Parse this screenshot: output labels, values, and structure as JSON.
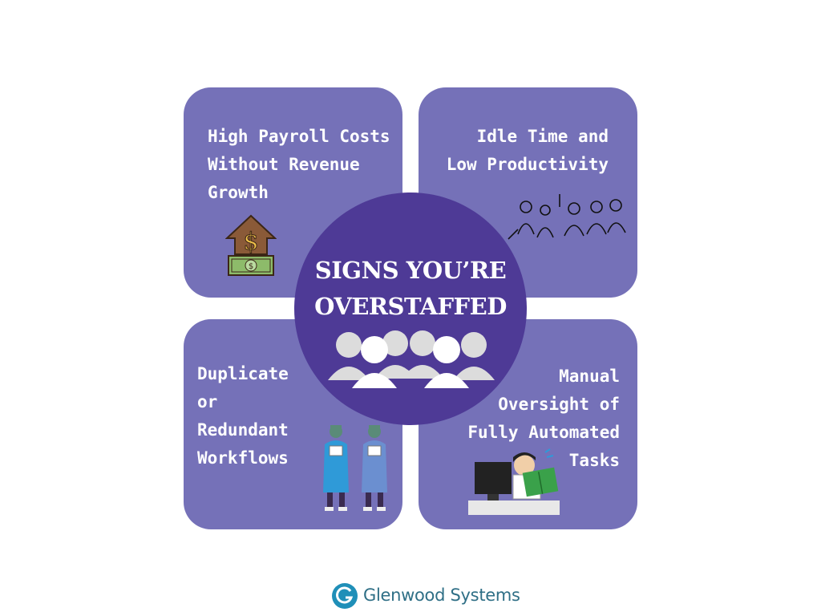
{
  "center": {
    "line1": "SIGNS YOU’RE",
    "line2": "OVERSTAFFED"
  },
  "cards": {
    "top_left": "High Payroll Costs\nWithout Revenue\nGrowth",
    "top_right": "Idle Time and\nLow Productivity",
    "bottom_left": "Duplicate\nor\nRedundant\nWorkflows",
    "bottom_right": "Manual\nOversight of\nFully Automated\nTasks"
  },
  "brand": {
    "name": "Glenwood Systems"
  },
  "icons": {
    "top_left": "house-dollar-icon",
    "top_right": "idle-people-sketch-icon",
    "bottom_left": "medical-workers-icon",
    "bottom_right": "man-at-computer-icon",
    "center": "people-group-icon"
  },
  "colors": {
    "card": "#7571b8",
    "circle": "#4e3a96",
    "brand": "#2f6f86"
  }
}
